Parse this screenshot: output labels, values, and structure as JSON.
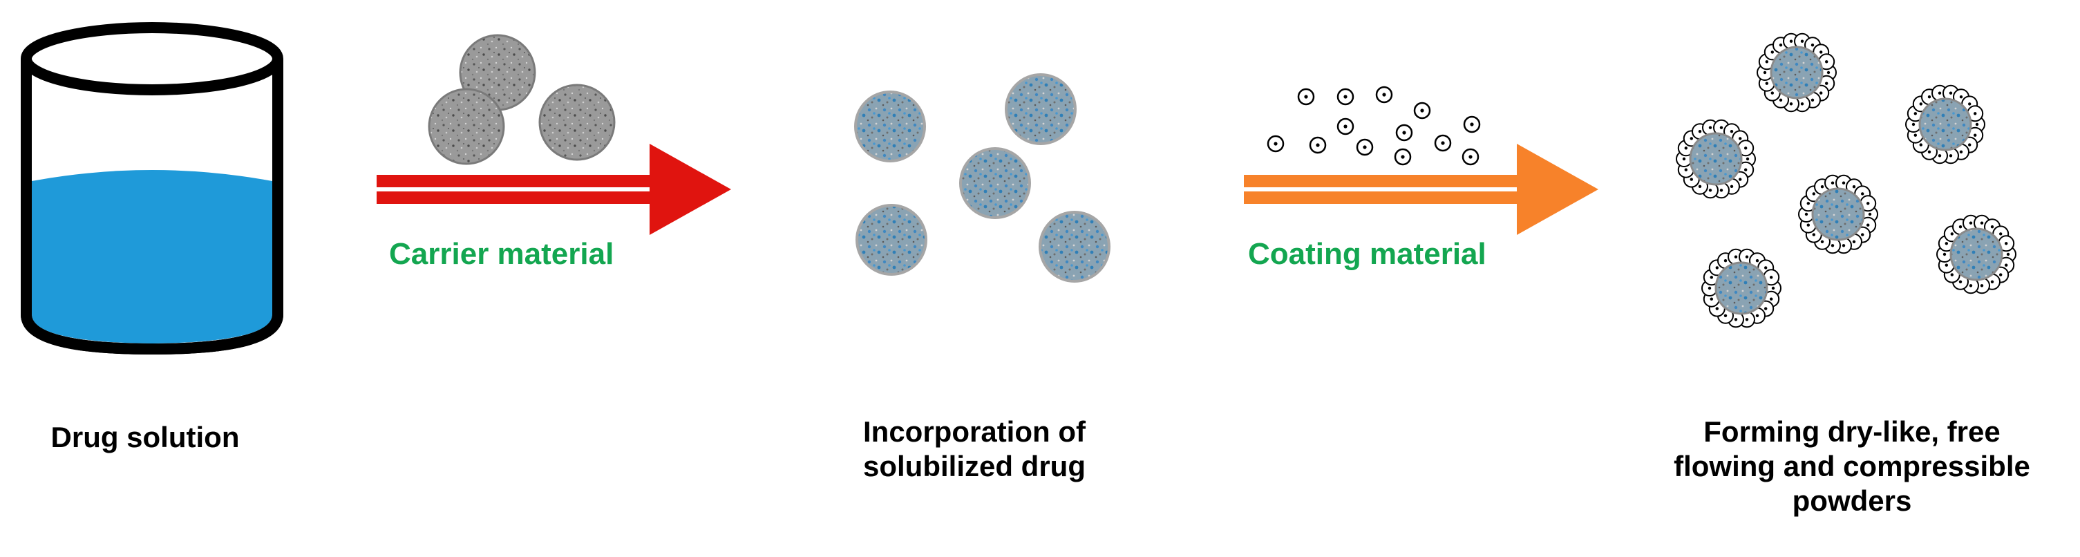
{
  "steps": {
    "step1": {
      "caption": "Drug solution"
    },
    "step2": {
      "caption_line1": "Incorporation of",
      "caption_line2": "solubilized drug"
    },
    "step3": {
      "caption_line1": "Forming dry-like, free",
      "caption_line2": "flowing and compressible",
      "caption_line3": "powders"
    }
  },
  "arrows": {
    "carrier": {
      "label": "Carrier material"
    },
    "coating": {
      "label": "Coating material"
    }
  },
  "colors": {
    "solution": "#1f9ad9",
    "carrier_arrow": "#e0140f",
    "coating_arrow": "#f7822a",
    "arrow_label": "#13a650",
    "carrier_particle": "#9a9a9a",
    "loaded_particle": "#6f9ab6",
    "outline": "#000000"
  },
  "icons": {
    "beaker": "beaker-icon",
    "carrier": "carrier-particle-icon",
    "loaded": "drug-loaded-particle-icon",
    "coating": "coating-particle-icon",
    "coated": "coated-particle-icon"
  }
}
